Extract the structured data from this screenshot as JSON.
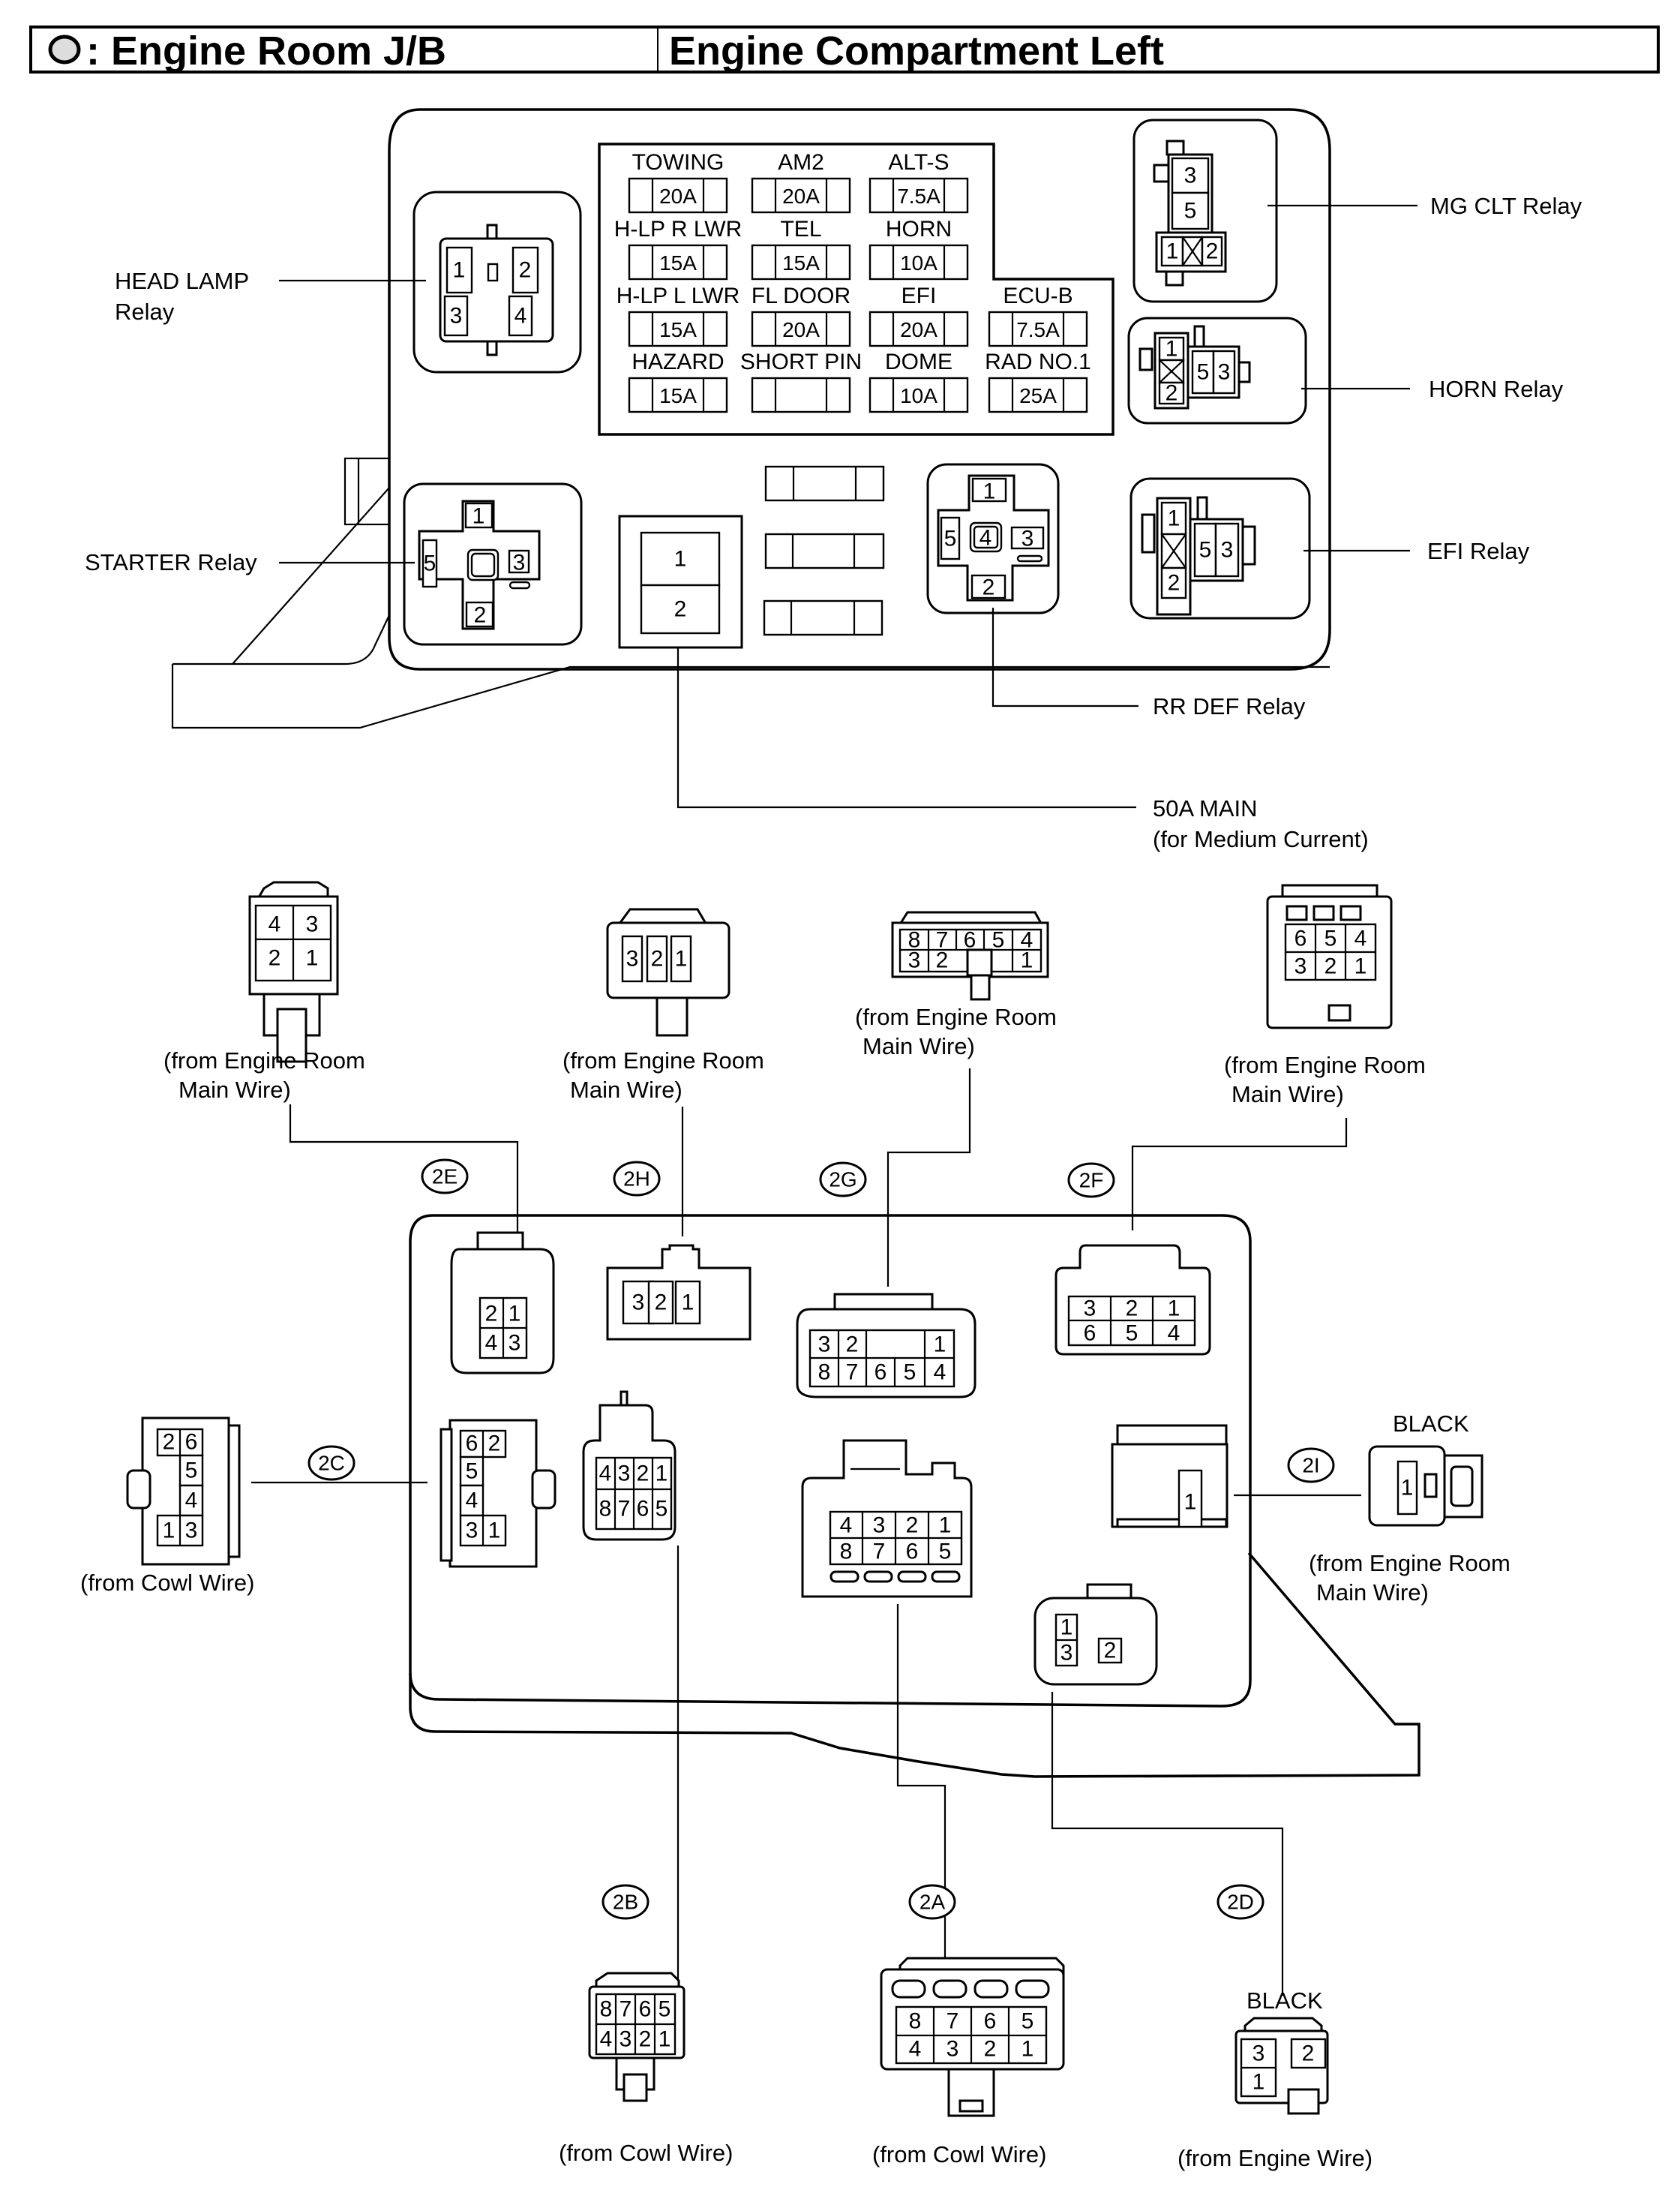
{
  "header": {
    "legend_symbol": "oval-connector-symbol",
    "left_title": ": Engine Room J/B",
    "right_title": "Engine Compartment Left"
  },
  "fuses": [
    {
      "name": "TOWING",
      "rating": "20A"
    },
    {
      "name": "AM2",
      "rating": "20A"
    },
    {
      "name": "ALT-S",
      "rating": "7.5A"
    },
    {
      "name": "H-LP R LWR",
      "rating": "15A"
    },
    {
      "name": "TEL",
      "rating": "15A"
    },
    {
      "name": "HORN",
      "rating": "10A"
    },
    {
      "name": "H-LP L LWR",
      "rating": "15A"
    },
    {
      "name": "FL DOOR",
      "rating": "20A"
    },
    {
      "name": "EFI",
      "rating": "20A"
    },
    {
      "name": "ECU-B",
      "rating": "7.5A"
    },
    {
      "name": "HAZARD",
      "rating": "15A"
    },
    {
      "name": "SHORT PIN",
      "rating": ""
    },
    {
      "name": "DOME",
      "rating": "10A"
    },
    {
      "name": "RAD NO.1",
      "rating": "25A"
    }
  ],
  "relays": {
    "head_lamp": {
      "label_line1": "HEAD LAMP",
      "label_line2": "Relay",
      "pins": [
        "1",
        "2",
        "3",
        "4"
      ]
    },
    "mg_clt": {
      "label": "MG CLT Relay",
      "pins": [
        "3",
        "5",
        "1",
        "2"
      ]
    },
    "horn": {
      "label": "HORN Relay",
      "pins": [
        "1",
        "2",
        "5",
        "3"
      ]
    },
    "efi": {
      "label": "EFI Relay",
      "pins": [
        "1",
        "2",
        "5",
        "3"
      ]
    },
    "starter": {
      "label": "STARTER Relay",
      "pins": [
        "1",
        "5",
        "3",
        "2"
      ]
    },
    "rr_def": {
      "label": "RR DEF Relay",
      "pins": [
        "1",
        "5",
        "4",
        "3",
        "2"
      ]
    }
  },
  "main_fuse": {
    "label_line1": "50A MAIN",
    "label_line2": "(for Medium Current)",
    "pins": [
      "1",
      "2"
    ]
  },
  "connectors": {
    "2E": {
      "tag": "2E",
      "mating_pins": [
        [
          "4",
          "3"
        ],
        [
          "2",
          "1"
        ]
      ],
      "jb_pins": [
        [
          "2",
          "1"
        ],
        [
          "4",
          "3"
        ]
      ],
      "source_line1": "(from Engine Room",
      "source_line2": "Main Wire)"
    },
    "2H": {
      "tag": "2H",
      "mating_pins": [
        "3",
        "2",
        "1"
      ],
      "jb_pins": [
        "3",
        "2",
        "1"
      ],
      "source_line1": "(from Engine Room",
      "source_line2": "Main Wire)"
    },
    "2G": {
      "tag": "2G",
      "mating_pins": [
        [
          "8",
          "7",
          "6",
          "5",
          "4"
        ],
        [
          "3",
          "2",
          "",
          "",
          "1"
        ]
      ],
      "jb_pins": [
        [
          "3",
          "2",
          "",
          "",
          "1"
        ],
        [
          "8",
          "7",
          "6",
          "5",
          "4"
        ]
      ],
      "source_line1": "(from Engine Room",
      "source_line2": "Main Wire)"
    },
    "2F": {
      "tag": "2F",
      "mating_pins": [
        [
          "6",
          "5",
          "4"
        ],
        [
          "3",
          "2",
          "1"
        ]
      ],
      "jb_pins": [
        [
          "3",
          "2",
          "1"
        ],
        [
          "6",
          "5",
          "4"
        ]
      ],
      "source_line1": "(from Engine Room",
      "source_line2": "Main Wire)"
    },
    "2C": {
      "tag": "2C",
      "mating_pins": [
        [
          "2",
          "6"
        ],
        [
          "",
          "5"
        ],
        [
          "",
          "4"
        ],
        [
          "1",
          "3"
        ]
      ],
      "jb_pins": [
        [
          "6",
          "2"
        ],
        [
          "5",
          ""
        ],
        [
          "4",
          ""
        ],
        [
          "3",
          "1"
        ]
      ],
      "source_line1": "(from Cowl Wire)"
    },
    "2I": {
      "tag": "2I",
      "color": "BLACK",
      "mating_pins": [
        "1"
      ],
      "jb_pins": [
        "1"
      ],
      "source_line1": "(from Engine Room",
      "source_line2": "Main Wire)"
    },
    "2B": {
      "tag": "2B",
      "mating_pins": [
        [
          "8",
          "7",
          "6",
          "5"
        ],
        [
          "4",
          "3",
          "2",
          "1"
        ]
      ],
      "jb_pins": [
        [
          "4",
          "3",
          "2",
          "1"
        ],
        [
          "8",
          "7",
          "6",
          "5"
        ]
      ],
      "source_line1": "(from Cowl Wire)"
    },
    "2A": {
      "tag": "2A",
      "mating_pins": [
        [
          "8",
          "7",
          "6",
          "5"
        ],
        [
          "4",
          "3",
          "2",
          "1"
        ]
      ],
      "jb_pins": [
        [
          "4",
          "3",
          "2",
          "1"
        ],
        [
          "8",
          "7",
          "6",
          "5"
        ]
      ],
      "source_line1": "(from Cowl Wire)"
    },
    "2D": {
      "tag": "2D",
      "color": "BLACK",
      "mating_pins": [
        [
          "3",
          "2"
        ],
        [
          "1",
          ""
        ]
      ],
      "jb_pins": [
        [
          "1",
          ""
        ],
        [
          "3",
          "2"
        ]
      ],
      "source_line1": "(from Engine Wire)"
    }
  }
}
